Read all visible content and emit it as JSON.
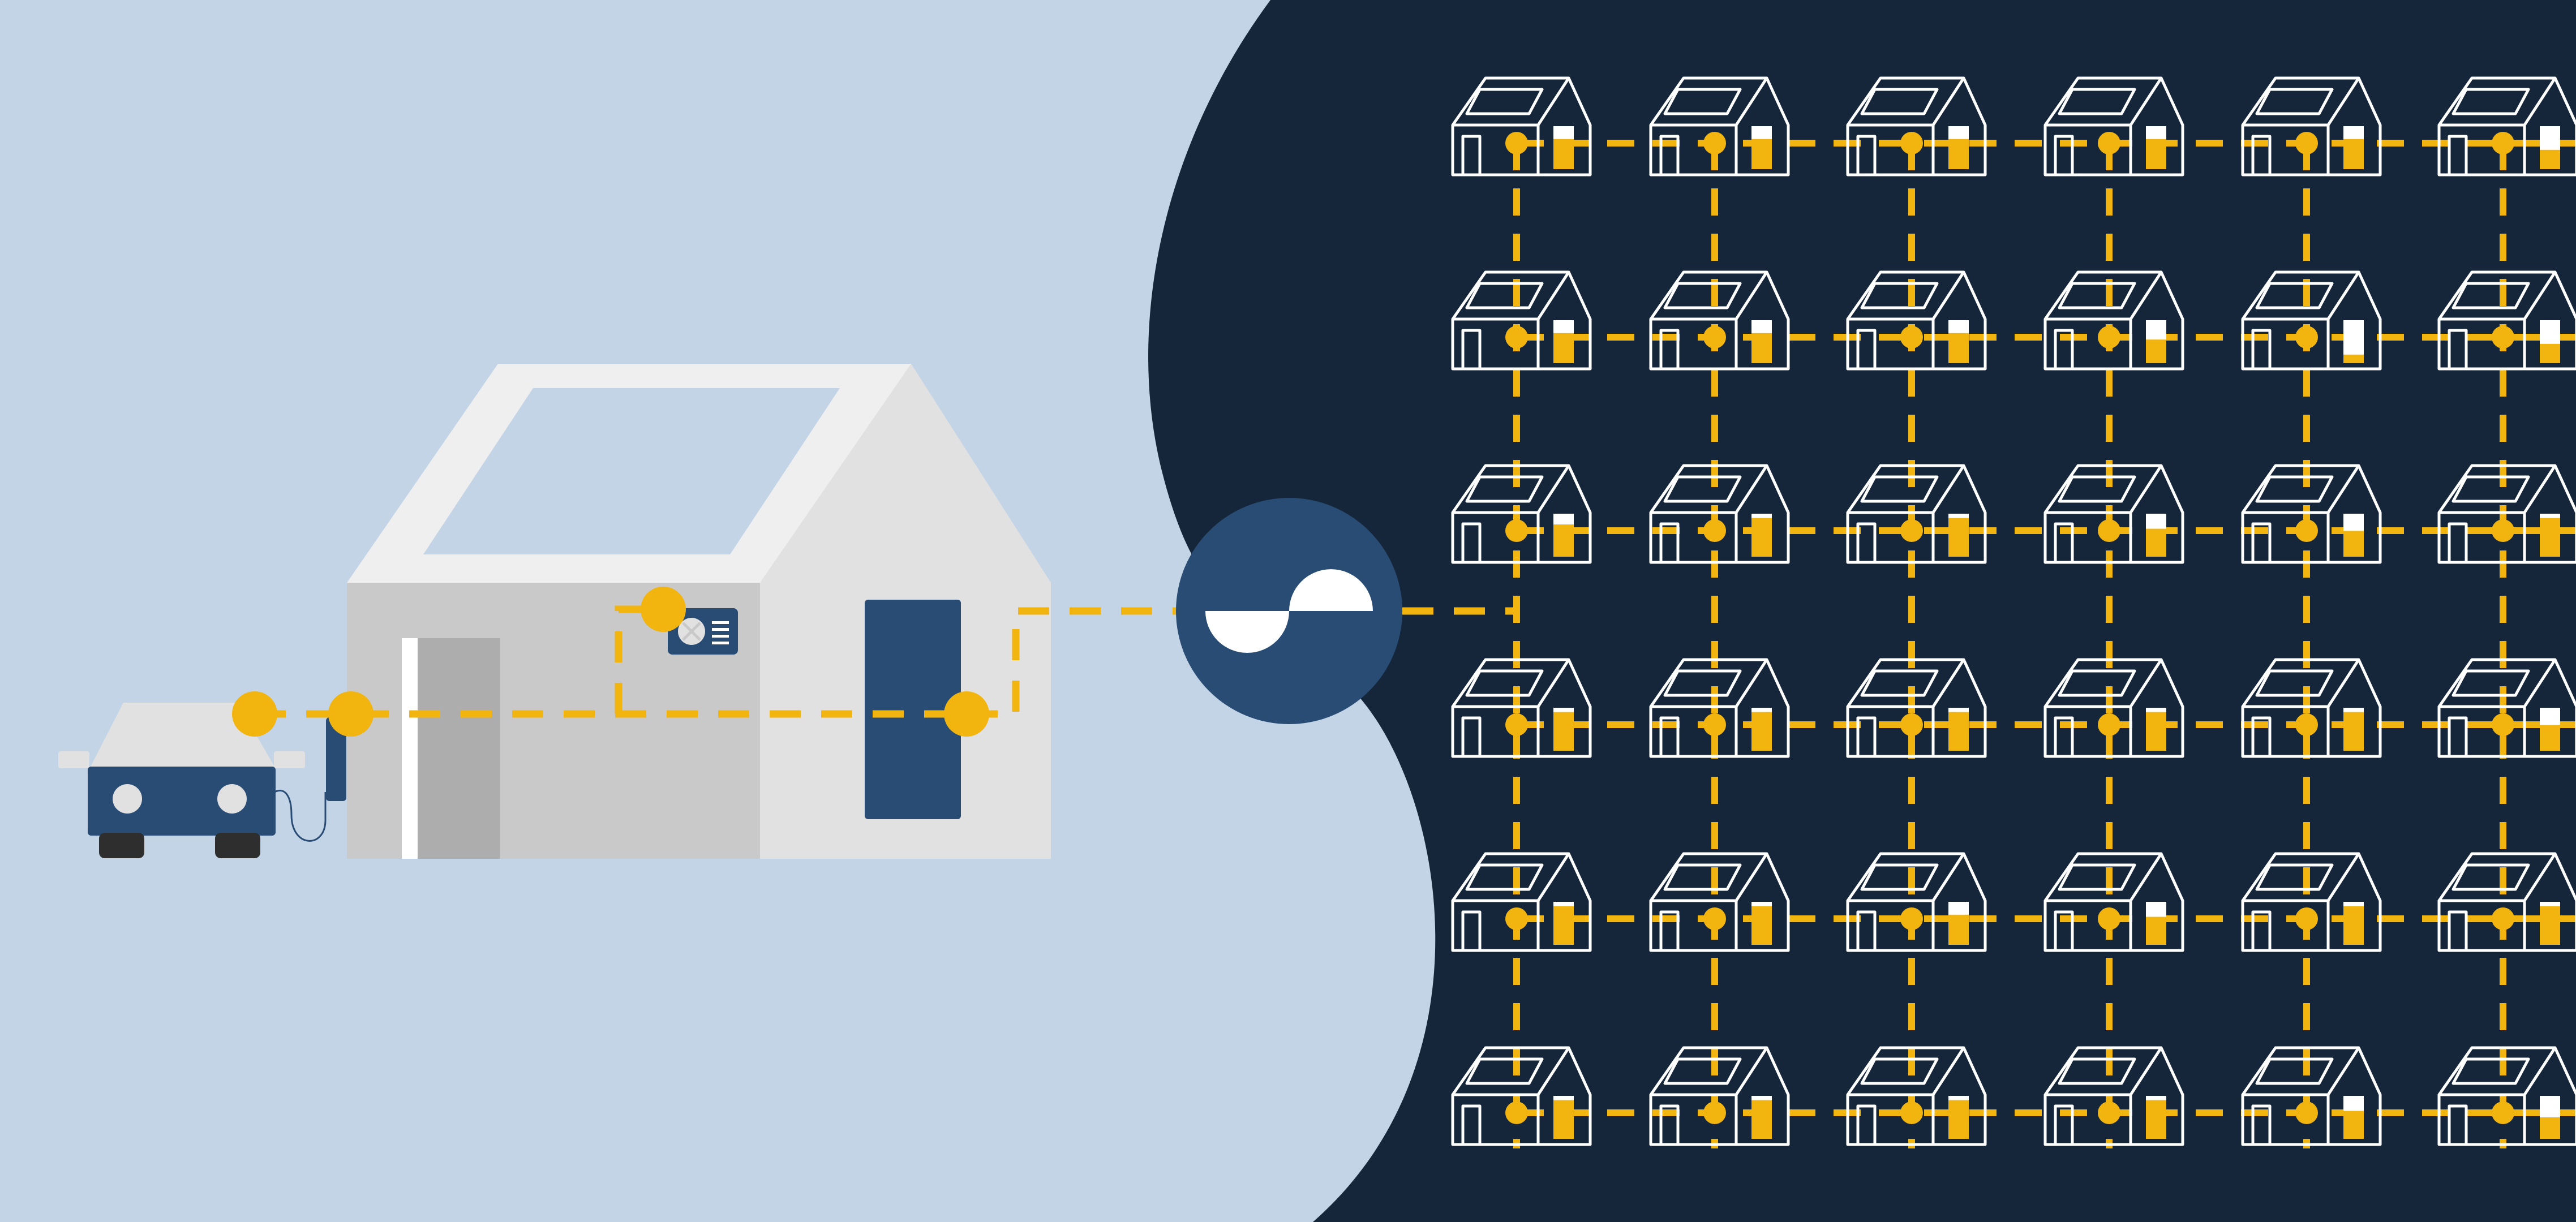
{
  "colors": {
    "background_light": "#c3d4e7",
    "background_dark": "#16263a",
    "accent_yellow": "#f2b40f",
    "navy": "#284c74",
    "white": "#ffffff",
    "wall_grey": "#c9c9c9",
    "gable_grey": "#e1e1e1",
    "roof_light": "#efefef",
    "door_grey": "#adadad",
    "tire": "#2e2e2e"
  },
  "icons": {
    "vehicle": "electric-car-icon",
    "home": "house-icon",
    "battery": "home-battery-icon",
    "heat_pump": "heat-pump-icon",
    "solar": "solar-panel-icon",
    "hub": "grid-balance-icon",
    "network_home": "networked-home-icon"
  },
  "network": {
    "rows": 6,
    "columns": 6,
    "battery_levels": [
      [
        0.7,
        0.7,
        0.7,
        0.7,
        0.7,
        0.45
      ],
      [
        0.7,
        0.7,
        0.7,
        0.55,
        0.2,
        0.45
      ],
      [
        0.75,
        0.9,
        0.9,
        0.65,
        0.6,
        0.9
      ],
      [
        0.9,
        0.9,
        0.9,
        0.9,
        0.9,
        0.6
      ],
      [
        0.9,
        0.9,
        0.7,
        0.65,
        0.9,
        0.9
      ],
      [
        0.9,
        0.9,
        0.9,
        0.9,
        0.65,
        0.5
      ]
    ]
  }
}
